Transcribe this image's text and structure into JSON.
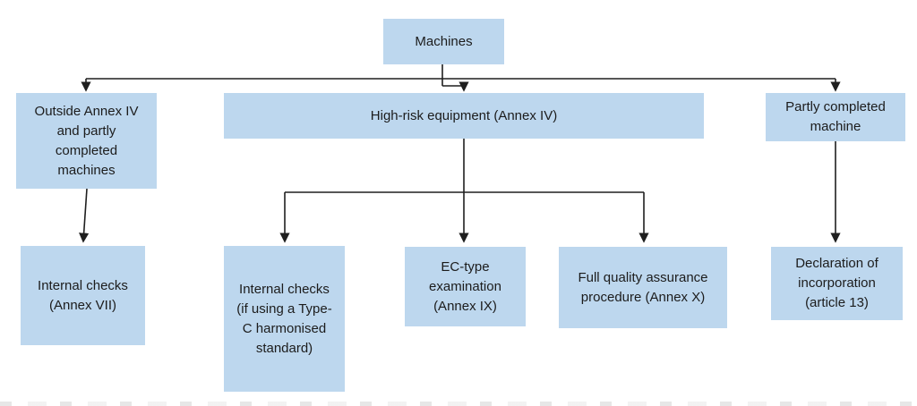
{
  "nodes": {
    "machines": {
      "label": "Machines"
    },
    "outside_annex": {
      "label": "Outside Annex IV and partly completed machines"
    },
    "high_risk": {
      "label": "High-risk equipment (Annex IV)"
    },
    "partly_completed": {
      "label": "Partly completed machine"
    },
    "internal_checks_vii": {
      "label": "Internal checks (Annex VII)"
    },
    "internal_checks_type_c": {
      "label": "Internal checks (if using a Type-C harmonised standard)"
    },
    "ec_type_examination": {
      "label": "EC-type examination (Annex IX)"
    },
    "full_quality_assurance": {
      "label": "Full quality assurance procedure (Annex X)"
    },
    "declaration_incorporation": {
      "label": "Declaration of incorporation (article 13)"
    }
  },
  "colors": {
    "node_fill": "#bdd7ee",
    "node_text": "#1c1c1c",
    "connector": "#1f1f1f",
    "background": "#ffffff"
  }
}
